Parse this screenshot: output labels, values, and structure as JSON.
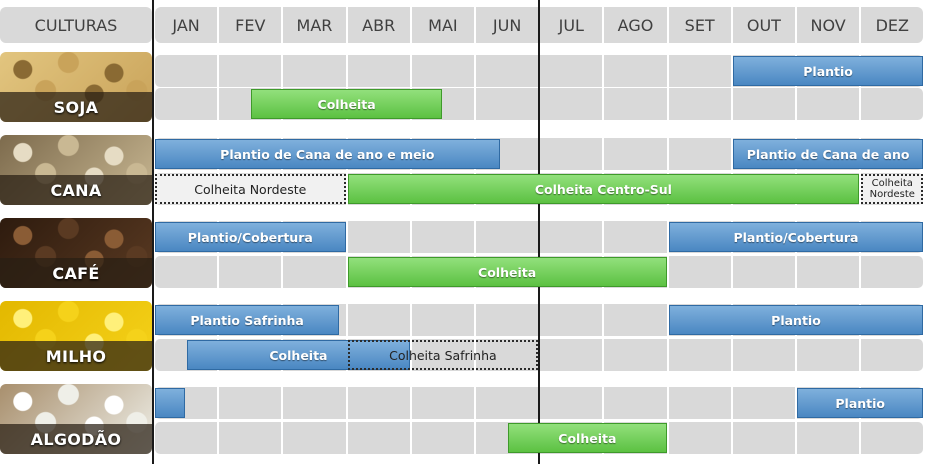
{
  "header": {
    "crop_column": "CULTURAS"
  },
  "months": [
    "JAN",
    "FEV",
    "MAR",
    "ABR",
    "MAI",
    "JUN",
    "JUL",
    "AGO",
    "SET",
    "OUT",
    "NOV",
    "DEZ"
  ],
  "crops": [
    {
      "name": "SOJA",
      "colors": [
        "#c9a35a",
        "#e2c57f",
        "#8a6a33"
      ]
    },
    {
      "name": "CANA",
      "colors": [
        "#c9b893",
        "#7d6b4d",
        "#e6dcc4"
      ]
    },
    {
      "name": "CAFÉ",
      "colors": [
        "#5a3a22",
        "#2e1b0e",
        "#8a5c35"
      ]
    },
    {
      "name": "MILHO",
      "colors": [
        "#f5d21a",
        "#e3b800",
        "#fff07a"
      ]
    },
    {
      "name": "ALGODÃO",
      "colors": [
        "#efefe8",
        "#a88f6d",
        "#ffffff"
      ]
    }
  ],
  "chart_data": {
    "type": "gantt",
    "title": "",
    "xlabel": "",
    "ylabel": "",
    "categories": [
      "JAN",
      "FEV",
      "MAR",
      "ABR",
      "MAI",
      "JUN",
      "JUL",
      "AGO",
      "SET",
      "OUT",
      "NOV",
      "DEZ"
    ],
    "tasks": [
      {
        "crop": "SOJA",
        "row": 0,
        "label": "Plantio",
        "style": "blue",
        "start": 9.0,
        "end": 12.0
      },
      {
        "crop": "SOJA",
        "row": 1,
        "label": "Colheita",
        "style": "green",
        "start": 1.5,
        "end": 4.5
      },
      {
        "crop": "CANA",
        "row": 0,
        "label": "Plantio de Cana de ano e meio",
        "style": "blue",
        "start": 0.0,
        "end": 5.4
      },
      {
        "crop": "CANA",
        "row": 0,
        "label": "Plantio de Cana de ano",
        "style": "blue",
        "start": 9.0,
        "end": 12.0
      },
      {
        "crop": "CANA",
        "row": 1,
        "label": "Colheita Nordeste",
        "style": "dotted",
        "start": 0.0,
        "end": 3.0
      },
      {
        "crop": "CANA",
        "row": 1,
        "label": "Colheita Centro-Sul",
        "style": "green",
        "start": 3.0,
        "end": 11.0
      },
      {
        "crop": "CANA",
        "row": 1,
        "label": "Colheita Nordeste",
        "style": "dotted",
        "start": 11.0,
        "end": 12.0
      },
      {
        "crop": "CAFÉ",
        "row": 0,
        "label": "Plantio/Cobertura",
        "style": "blue",
        "start": 0.0,
        "end": 3.0
      },
      {
        "crop": "CAFÉ",
        "row": 0,
        "label": "Plantio/Cobertura",
        "style": "blue",
        "start": 8.0,
        "end": 12.0
      },
      {
        "crop": "CAFÉ",
        "row": 1,
        "label": "Colheita",
        "style": "green",
        "start": 3.0,
        "end": 8.0
      },
      {
        "crop": "MILHO",
        "row": 0,
        "label": "Plantio Safrinha",
        "style": "blue",
        "start": 0.0,
        "end": 2.9
      },
      {
        "crop": "MILHO",
        "row": 0,
        "label": "Plantio",
        "style": "blue",
        "start": 8.0,
        "end": 12.0
      },
      {
        "crop": "MILHO",
        "row": 1,
        "label": "Colheita",
        "style": "blue",
        "start": 0.5,
        "end": 4.0
      },
      {
        "crop": "MILHO",
        "row": 1,
        "label": "Colheita Safrinha",
        "style": "dotted",
        "start": 3.0,
        "end": 6.0
      },
      {
        "crop": "ALGODÃO",
        "row": 0,
        "label": "",
        "style": "blue",
        "start": 0.0,
        "end": 0.5
      },
      {
        "crop": "ALGODÃO",
        "row": 0,
        "label": "Plantio",
        "style": "blue",
        "start": 10.0,
        "end": 12.0
      },
      {
        "crop": "ALGODÃO",
        "row": 1,
        "label": "Colheita",
        "style": "green",
        "start": 5.5,
        "end": 8.0
      }
    ]
  }
}
